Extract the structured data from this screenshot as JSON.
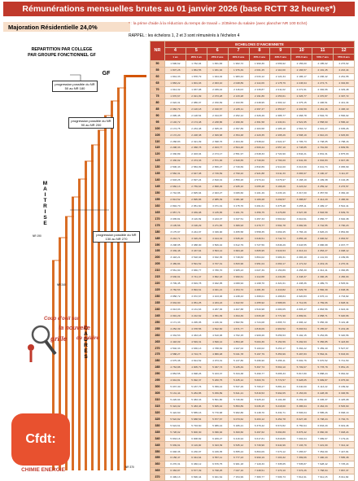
{
  "title": "Rémunérations mensuelles brutes au 01 janvier 2026 (base RCTT 32 heures*)",
  "majoration": "Majoration Résidentielle 24,0%",
  "note": "* : la prime d'aide à la réduction du temps de travail = 2/35ème du salaire (avec plancher NR 100 Ech4)",
  "rappel": "RAPPEL : les échelons 1, 2 et 3 sont rémunérés à l'échelon 4",
  "left_panel": {
    "title_line1": "REPARTITION PAR COLLEGE",
    "title_line2": "PAR GROUPE FONCTIONNEL GF",
    "gf_label": "GF",
    "maitrise": "MAITRISE",
    "cadres": "CADRES",
    "nr_labels": [
      "NR 190",
      "NR 240",
      "NR 370"
    ],
    "progressions": [
      "progression possible du NR 50 au NR 180",
      "progression possible du NR 90 au NR 200",
      "progression possible du NR 130 au NR 270"
    ],
    "coup_line1": "Coup d'oeil sur",
    "coup_line2": "la nouvelle",
    "coup_line3": "grille",
    "coup_line4": "de salaire",
    "logo": "Cfdt:",
    "logo_sub": "CHIMIE ENERGIE"
  },
  "table": {
    "nr_header": "NR",
    "echelons_header": "ECHELONS D'ANCIENNETE",
    "echelons": [
      "4",
      "5",
      "6",
      "7",
      "8",
      "9",
      "10",
      "11",
      "12"
    ],
    "sub_headers": [
      "1 an",
      "20% 1 an",
      "25% 2 ans",
      "30% 3 ans",
      "35% 4 ans",
      "40% 5 ans",
      "45% 6 ans",
      "50% 7 ans",
      "55% 8 ans"
    ],
    "rows": [
      {
        "nr": "50",
        "values": [
          "1 696,62",
          "1 762,04",
          "1 831,83",
          "1 902,72",
          "1 990,36",
          "2 066,92",
          "2 156,00",
          "2 185,02",
          "2 276,62"
        ]
      },
      {
        "nr": "55",
        "values": [
          "1 807,28",
          "1 864,55",
          "1 931,92",
          "1 976,49",
          "2 001,25",
          "2 110,00",
          "2 166,57",
          "2 191,45",
          "2 216,44"
        ]
      },
      {
        "nr": "60",
        "values": [
          "1 844,33",
          "1 878,79",
          "1 944,02",
          "1 983,44",
          "2 034,12",
          "2 124,34",
          "2 186,17",
          "2 206,42",
          "2 261,55"
        ]
      },
      {
        "nr": "65",
        "values": [
          "1 883,22",
          "1 901,03",
          "2 003,10",
          "2 048,89",
          "2 114,09",
          "2 178,79",
          "2 246,94",
          "2 274,71",
          "2 302,80"
        ]
      },
      {
        "nr": "70",
        "values": [
          "1 914,32",
          "1 937,08",
          "2 039,42",
          "2 116,03",
          "2 139,87",
          "2 211,02",
          "2 271,91",
          "2 302,66",
          "2 329,48"
        ]
      },
      {
        "nr": "75",
        "values": [
          "1 970,67",
          "2 021,09",
          "2 073,28",
          "2 133,28",
          "2 191,86",
          "2 253,61",
          "2 326,77",
          "2 370,87",
          "2 397,72"
        ]
      },
      {
        "nr": "80",
        "values": [
          "2 022,31",
          "2 086,07",
          "2 150,69",
          "2 193,55",
          "2 248,95",
          "2 300,12",
          "2 375,15",
          "2 406,51",
          "2 441,34"
        ]
      },
      {
        "nr": "85",
        "values": [
          "2 060,79",
          "2 120,18",
          "2 190,67",
          "2 245,11",
          "2 297,47",
          "2 353,07",
          "2 434,59",
          "2 461,46",
          "2 496,19"
        ]
      },
      {
        "nr": "90",
        "values": [
          "2 095,45",
          "2 128,54",
          "2 194,87",
          "2 252,12",
          "2 326,49",
          "2 385,77",
          "2 468,78",
          "2 504,79",
          "2 566,02"
        ]
      },
      {
        "nr": "95",
        "values": [
          "2 146,72",
          "2 174,48",
          "2 238,86",
          "2 299,36",
          "2 361,58",
          "2 434,61",
          "2 521,95",
          "2 558,60",
          "2 586,22"
        ]
      },
      {
        "nr": "100",
        "values": [
          "2 174,75",
          "2 234,48",
          "2 305,15",
          "2 357,89",
          "2 403,58",
          "2 485,18",
          "2 563,72",
          "2 601,27",
          "2 635,26"
        ]
      },
      {
        "nr": "105",
        "values": [
          "2 172,20",
          "2 228,38",
          "2 309,68",
          "2 354,48",
          "2 420,35",
          "2 495,26",
          "2 598,19",
          "2 610,23",
          "2 645,80"
        ]
      },
      {
        "nr": "110",
        "values": [
          "2 268,83",
          "2 321,09",
          "2 398,76",
          "2 464,30",
          "2 538,02",
          "2 622,47",
          "2 705,73",
          "2 738,05",
          "2 788,16"
        ]
      },
      {
        "nr": "115",
        "values": [
          "2 298,33",
          "2 368,78",
          "2 403,77",
          "2 504,48",
          "2 609,44",
          "2 657,10",
          "2 748,85",
          "2 791,80",
          "2 809,56"
        ]
      },
      {
        "nr": "120",
        "values": [
          "2 330,89",
          "2 403,04",
          "2 474,17",
          "2 551,97",
          "2 648,33",
          "2 724,90",
          "2 844,21",
          "2 831,31",
          "2 875,93"
        ]
      },
      {
        "nr": "125",
        "values": [
          "2 430,02",
          "2 474,33",
          "2 571,00",
          "2 640,65",
          "2 740,66",
          "2 790,20",
          "2 941,39",
          "2 934,83",
          "2 947,38"
        ]
      },
      {
        "nr": "130",
        "values": [
          "2 506,43",
          "2 584,09",
          "2 656,27",
          "2 749,69",
          "2 832,89",
          "2 914,00",
          "3 013,69",
          "3 041,73",
          "3 065,69"
        ]
      },
      {
        "nr": "135",
        "values": [
          "2 582,31",
          "2 647,38",
          "2 749,69",
          "2 790,22",
          "2 921,88",
          "3 011,33",
          "3 083,97",
          "3 100,47",
          "3 111,07"
        ]
      },
      {
        "nr": "140",
        "values": [
          "2 603,26",
          "2 697,24",
          "2 810,01",
          "2 859,26",
          "2 973,24",
          "3 076,97",
          "3 168,19",
          "3 199,38",
          "3 194,45"
        ]
      },
      {
        "nr": "145",
        "values": [
          "2 660,13",
          "2 759,63",
          "2 868,29",
          "2 935,10",
          "3 055,48",
          "3 168,26",
          "3 223,02",
          "3 259,42",
          "3 276,57"
        ]
      },
      {
        "nr": "150",
        "values": [
          "2 742,96",
          "2 825,94",
          "2 923,27",
          "3 006,60",
          "3 101,49",
          "3 233,16",
          "3 317,00",
          "3 357,59",
          "3 382,40"
        ]
      },
      {
        "nr": "155",
        "values": [
          "2 813,52",
          "2 895,86",
          "2 985,39",
          "3 081,98",
          "3 180,28",
          "3 299,57",
          "3 388,87",
          "3 414,29",
          "3 486,94"
        ]
      },
      {
        "nr": "160",
        "values": [
          "2 894,70",
          "2 951,60",
          "3 071,01",
          "3 175,70",
          "3 261,61",
          "3 375,48",
          "3 455,11",
          "3 499,17",
          "3 542,41"
        ]
      },
      {
        "nr": "165",
        "values": [
          "2 957,74",
          "3 039,08",
          "3 135,65",
          "3 261,79",
          "3 356,75",
          "3 476,88",
          "3 527,38",
          "3 593,58",
          "3 609,79"
        ]
      },
      {
        "nr": "170",
        "values": [
          "3 035,81",
          "3 116,39",
          "3 243,07",
          "3 337,51",
          "3 457,33",
          "3 563,62",
          "3 610,61",
          "3 656,77",
          "3 692,38"
        ]
      },
      {
        "nr": "175",
        "values": [
          "3 105,56",
          "3 196,29",
          "3 271,65",
          "3 389,93",
          "3 479,77",
          "3 594,78",
          "3 682,96",
          "3 742,55",
          "3 790,23"
        ]
      },
      {
        "nr": "180",
        "values": [
          "3 175,97",
          "3 244,97",
          "3 339,90",
          "3 455,58",
          "3 558,35",
          "3 669,45",
          "3 766,19",
          "3 826,23",
          "3 854,89"
        ]
      },
      {
        "nr": "185",
        "values": [
          "3 242,71",
          "3 326,29",
          "3 424,34",
          "3 535,46",
          "3 646,51",
          "3 742,73",
          "3 855,18",
          "3 906,62",
          "3 953,57"
        ]
      },
      {
        "nr": "190",
        "values": [
          "3 298,95",
          "3 388,00",
          "3 506,42",
          "3 612,79",
          "3 727,56",
          "3 846,29",
          "3 943,55",
          "3 986,98",
          "4 037,77"
        ]
      },
      {
        "nr": "195",
        "values": [
          "3 339,48",
          "3 437,64",
          "3 563,12",
          "3 684,28",
          "3 805,95",
          "3 916,53",
          "4 013,44",
          "4 053,27",
          "4 098,12"
        ]
      },
      {
        "nr": "200",
        "values": [
          "3 418,21",
          "3 518,94",
          "3 632,35",
          "3 748,83",
          "3 864,02",
          "3 989,31",
          "4 083,40",
          "4 141,93",
          "4 189,66"
        ]
      },
      {
        "nr": "205",
        "values": [
          "3 489,84",
          "3 591,52",
          "3 707,31",
          "3 833,96",
          "3 951,04",
          "4 060,17",
          "4 171,02",
          "4 219,16",
          "4 270,31"
        ]
      },
      {
        "nr": "210",
        "values": [
          "3 561,90",
          "3 666,77",
          "3 780,70",
          "3 905,23",
          "4 027,39",
          "4 150,89",
          "4 258,30",
          "4 312,41",
          "4 366,85"
        ]
      },
      {
        "nr": "215",
        "values": [
          "3 636,91",
          "3 741,47",
          "3 862,18",
          "3 990,61",
          "4 112,88",
          "4 234,86",
          "4 348,37",
          "4 396,45",
          "4 456,93"
        ]
      },
      {
        "nr": "220",
        "values": [
          "3 709,45",
          "3 819,78",
          "3 942,05",
          "4 069,94",
          "4 198,70",
          "4 321,61",
          "4 438,36",
          "4 489,73",
          "4 545,61"
        ]
      },
      {
        "nr": "225",
        "values": [
          "3 782,53",
          "3 894,61",
          "4 021,21",
          "4 154,72",
          "4 281,36",
          "4 410,82",
          "4 529,78",
          "4 582,39",
          "4 638,36"
        ]
      },
      {
        "nr": "230",
        "values": [
          "3 858,72",
          "3 972,67",
          "4 103,06",
          "4 238,43",
          "4 368,01",
          "4 498,84",
          "4 620,83",
          "4 676,14",
          "4 733,82"
        ]
      },
      {
        "nr": "235",
        "values": [
          "3 934,90",
          "4 051,25",
          "4 184,24",
          "4 322,53",
          "4 455,92",
          "4 588,66",
          "4 712,06",
          "4 769,06",
          "4 828,31"
        ]
      },
      {
        "nr": "240",
        "values": [
          "4 013,03",
          "4 131,63",
          "4 267,36",
          "4 407,88",
          "4 543,98",
          "4 680,05",
          "4 805,47",
          "4 863,56",
          "4 924,34"
        ]
      },
      {
        "nr": "245",
        "values": [
          "4 091,29",
          "4 212,62",
          "4 351,09",
          "4 494,49",
          "4 633,28",
          "4 771,90",
          "4 899,61",
          "4 958,71",
          "5 020,66"
        ]
      },
      {
        "nr": "250",
        "values": [
          "4 171,33",
          "4 295,05",
          "4 436,32",
          "4 582,59",
          "4 724,08",
          "4 865,73",
          "4 996,12",
          "5 056,39",
          "5 119,48"
        ]
      },
      {
        "nr": "255",
        "values": [
          "4 252,39",
          "4 378,56",
          "4 522,60",
          "4 671,77",
          "4 816,09",
          "4 960,52",
          "5 093,54",
          "5 155,07",
          "5 219,48"
        ]
      },
      {
        "nr": "260",
        "values": [
          "4 334,53",
          "4 463,18",
          "4 610,06",
          "4 762,15",
          "4 909,26",
          "5 056,53",
          "5 192,15",
          "5 254,86",
          "5 320,56"
        ]
      },
      {
        "nr": "265",
        "values": [
          "4 418,09",
          "4 549,31",
          "4 699,12",
          "4 854,28",
          "5 004,36",
          "5 154,56",
          "5 292,93",
          "5 356,85",
          "5 423,80"
        ]
      },
      {
        "nr": "270",
        "values": [
          "4 502,33",
          "4 636,13",
          "4 788,84",
          "4 947,02",
          "5 100,02",
          "5 253,17",
          "5 394,22",
          "5 459,40",
          "5 527,67"
        ]
      },
      {
        "nr": "275",
        "values": [
          "4 588,27",
          "4 724,73",
          "4 880,48",
          "5 041,78",
          "5 197,79",
          "5 353,99",
          "5 497,83",
          "5 564,31",
          "5 633,93"
        ]
      },
      {
        "nr": "280",
        "values": [
          "4 675,38",
          "4 814,52",
          "4 973,31",
          "5 137,80",
          "5 296,90",
          "5 456,11",
          "5 602,76",
          "5 670,52",
          "5 741,50"
        ]
      },
      {
        "nr": "285",
        "values": [
          "4 763,88",
          "4 905,79",
          "5 067,73",
          "5 235,49",
          "5 397,73",
          "5 560,10",
          "5 709,67",
          "5 778,78",
          "5 851,15"
        ]
      },
      {
        "nr": "290",
        "values": [
          "4 853,55",
          "4 998,26",
          "5 163,37",
          "5 334,38",
          "5 499,77",
          "5 665,33",
          "5 817,80",
          "5 888,24",
          "5 962,02"
        ]
      },
      {
        "nr": "295",
        "values": [
          "4 944,81",
          "5 092,37",
          "5 260,75",
          "5 435,12",
          "5 603,76",
          "5 772,57",
          "5 928,05",
          "5 999,87",
          "6 075,09"
        ]
      },
      {
        "nr": "300",
        "values": [
          "5 037,30",
          "5 187,76",
          "5 359,44",
          "5 537,29",
          "5 709,27",
          "5 881,44",
          "6 040,00",
          "6 113,22",
          "6 189,92"
        ]
      },
      {
        "nr": "305",
        "values": [
          "5 131,44",
          "5 284,85",
          "5 459,89",
          "5 641,21",
          "5 816,53",
          "5 992,05",
          "6 153,69",
          "6 228,38",
          "6 306,56"
        ]
      },
      {
        "nr": "310",
        "values": [
          "5 226,94",
          "5 383,33",
          "5 561,80",
          "5 746,66",
          "5 925,43",
          "6 104,38",
          "6 269,19",
          "6 345,37",
          "6 425,08"
        ]
      },
      {
        "nr": "315",
        "values": [
          "5 324,02",
          "5 483,46",
          "5 665,42",
          "5 853,89",
          "6 036,15",
          "6 218,60",
          "6 386,64",
          "6 464,33",
          "6 545,60"
        ]
      },
      {
        "nr": "320",
        "values": [
          "5 422,60",
          "5 585,16",
          "5 770,68",
          "5 962,86",
          "6 148,70",
          "6 334,71",
          "6 506,04",
          "6 585,26",
          "6 668,13"
        ]
      },
      {
        "nr": "325",
        "values": [
          "5 522,82",
          "5 688,54",
          "5 877,67",
          "6 073,62",
          "6 263,12",
          "6 452,78",
          "6 627,48",
          "6 708,24",
          "6 792,74"
        ]
      },
      {
        "nr": "330",
        "values": [
          "5 624,61",
          "5 793,60",
          "5 986,44",
          "6 186,21",
          "6 379,42",
          "6 572,82",
          "6 750,94",
          "6 833,29",
          "6 919,46"
        ]
      },
      {
        "nr": "335",
        "values": [
          "5 728,02",
          "5 900,30",
          "6 096,92",
          "6 300,60",
          "6 497,62",
          "6 694,80",
          "6 876,42",
          "6 960,39",
          "7 048,24"
        ]
      },
      {
        "nr": "340",
        "values": [
          "5 833,16",
          "6 008,82",
          "6 209,27",
          "6 416,94",
          "6 617,81",
          "6 818,86",
          "7 004,04",
          "7 089,67",
          "7 179,24"
        ]
      },
      {
        "nr": "345",
        "values": [
          "5 939,91",
          "6 119,00",
          "6 323,39",
          "6 535,12",
          "6 739,96",
          "6 944,96",
          "7 133,79",
          "7 221,09",
          "7 312,42"
        ]
      },
      {
        "nr": "350",
        "values": [
          "6 048,36",
          "6 230,97",
          "6 439,35",
          "6 655,24",
          "6 864,09",
          "7 073,12",
          "7 265,67",
          "7 354,69",
          "7 447,81"
        ]
      },
      {
        "nr": "355",
        "values": [
          "6 158,47",
          "6 344,64",
          "6 557,11",
          "6 777,23",
          "6 990,19",
          "7 203,32",
          "7 399,66",
          "7 490,43",
          "7 585,38"
        ]
      },
      {
        "nr": "360",
        "values": [
          "6 270,31",
          "6 460,12",
          "6 676,75",
          "6 901,18",
          "7 118,33",
          "7 335,65",
          "7 535,87",
          "7 628,42",
          "7 725,24"
        ]
      },
      {
        "nr": "365",
        "values": [
          "6 383,87",
          "6 577,39",
          "6 798,25",
          "7 027,10",
          "7 248,51",
          "7 470,10",
          "7 674,26",
          "7 768,64",
          "7 867,37"
        ]
      },
      {
        "nr": "370",
        "values": [
          "6 499,13",
          "6 696,44",
          "6 921,64",
          "7 154,99",
          "7 380,77",
          "7 606,73",
          "7 814,91",
          "7 911,15",
          "8 011,82"
        ]
      }
    ]
  }
}
